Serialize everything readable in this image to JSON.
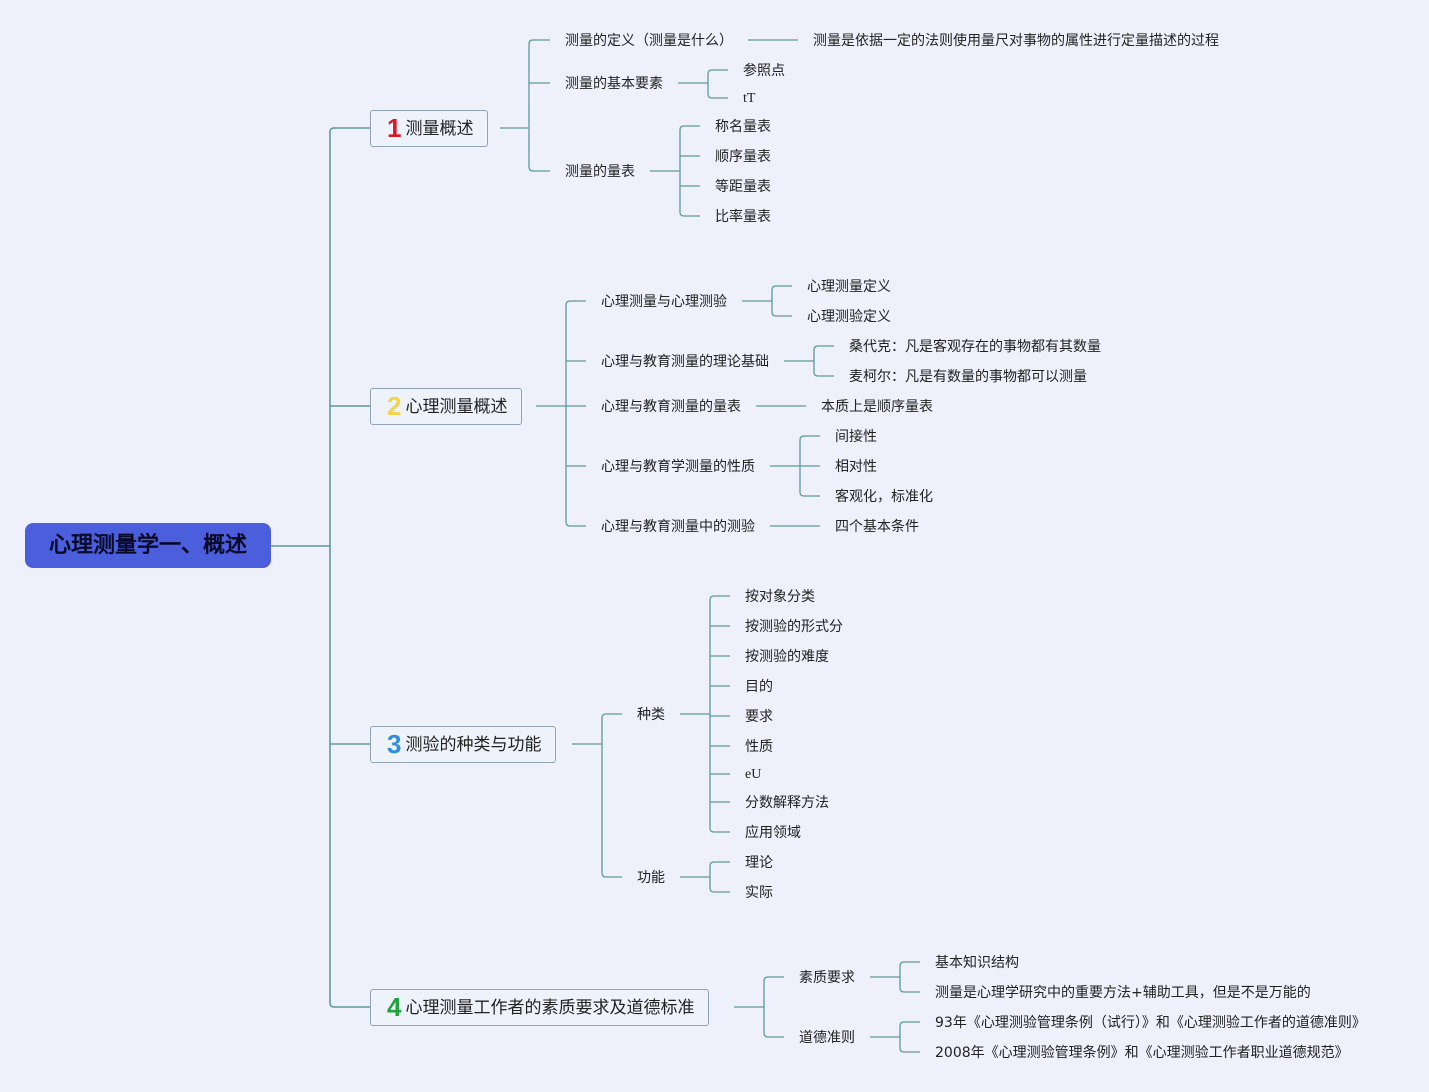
{
  "root": "心理测量学一、概述",
  "branches": [
    {
      "num": "1",
      "label": "测量概述",
      "children": [
        {
          "label": "测量的定义（测量是什么）",
          "children": [
            "测量是依据一定的法则使用量尺对事物的属性进行定量描述的过程"
          ]
        },
        {
          "label": "测量的基本要素",
          "children": [
            "参照点",
            "tT"
          ]
        },
        {
          "label": "测量的量表",
          "children": [
            "称名量表",
            "顺序量表",
            "等距量表",
            "比率量表"
          ]
        }
      ]
    },
    {
      "num": "2",
      "label": "心理测量概述",
      "children": [
        {
          "label": "心理测量与心理测验",
          "children": [
            "心理测量定义",
            "心理测验定义"
          ]
        },
        {
          "label": "心理与教育测量的理论基础",
          "children": [
            "桑代克：凡是客观存在的事物都有其数量",
            "麦柯尔：凡是有数量的事物都可以测量"
          ]
        },
        {
          "label": "心理与教育测量的量表",
          "children": [
            "本质上是顺序量表"
          ]
        },
        {
          "label": "心理与教育学测量的性质",
          "children": [
            "间接性",
            "相对性",
            "客观化，标准化"
          ]
        },
        {
          "label": "心理与教育测量中的测验",
          "children": [
            "四个基本条件"
          ]
        }
      ]
    },
    {
      "num": "3",
      "label": "测验的种类与功能",
      "children": [
        {
          "label": "种类",
          "children": [
            "按对象分类",
            "按测验的形式分",
            "按测验的难度",
            "目的",
            "要求",
            "性质",
            "eU",
            "分数解释方法",
            "应用领域"
          ]
        },
        {
          "label": "功能",
          "children": [
            "理论",
            "实际"
          ]
        }
      ]
    },
    {
      "num": "4",
      "label": "心理测量工作者的素质要求及道德标准",
      "children": [
        {
          "label": "素质要求",
          "children": [
            "基本知识结构",
            "测量是心理学研究中的重要方法+辅助工具，但是不是万能的"
          ]
        },
        {
          "label": "道德准则",
          "children": [
            "93年《心理测验管理条例（试行）》和《心理测验工作者的道德准则》",
            "2008年《心理测验管理条例》和《心理测验工作者职业道德规范》"
          ]
        }
      ]
    }
  ],
  "colors": {
    "line": "#5e9a9a",
    "root": "#4b5fdd",
    "background": "#eef0fb"
  }
}
